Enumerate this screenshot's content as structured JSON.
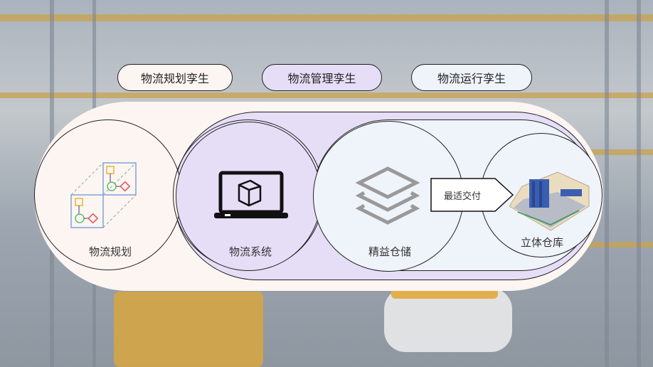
{
  "tabs": [
    {
      "label": "物流规划孪生"
    },
    {
      "label": "物流管理孪生"
    },
    {
      "label": "物流运行孪生"
    }
  ],
  "nodes": [
    {
      "label": "物流规划",
      "icon": "planning-diagram-icon"
    },
    {
      "label": "物流系统",
      "icon": "laptop-cube-icon"
    },
    {
      "label": "精益仓储",
      "icon": "layers-icon"
    },
    {
      "label": "立体仓库",
      "icon": "3d-warehouse-icon"
    }
  ],
  "arrow": {
    "label": "最适交付"
  },
  "colors": {
    "cream": "#fdf5f2",
    "purple": "#e6def7",
    "blue": "#eff3fa",
    "border": "#222222"
  }
}
